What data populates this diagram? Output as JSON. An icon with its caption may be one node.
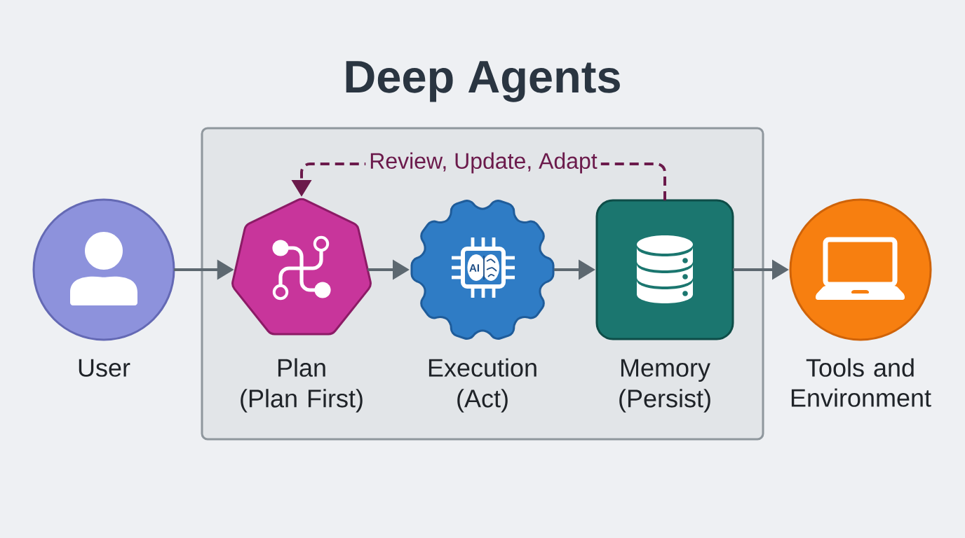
{
  "diagram": {
    "title": "Deep Agents",
    "nodes": [
      {
        "text": [],
        "shape": "circle",
        "beside": [
          "User"
        ]
      },
      {
        "text": [],
        "shape": "box"
      },
      {
        "text": [],
        "shape": "heptagon",
        "in": 1,
        "beside": [
          "Plan",
          "(Plan First)"
        ]
      },
      {
        "text": [],
        "shape": "gear",
        "in": 1,
        "beside": [
          "Execution",
          "(Act)"
        ]
      },
      {
        "text": [],
        "shape": "box",
        "in": 1,
        "beside": [
          "Memory",
          "(Persist)"
        ]
      },
      {
        "text": [],
        "shape": "circle",
        "beside": [
          "Tools and Environment"
        ]
      }
    ],
    "edges": [
      {
        "from": 0,
        "to": 2,
        "arrow": "to"
      },
      {
        "from": 2,
        "to": 3,
        "arrow": "to"
      },
      {
        "from": 3,
        "to": 4,
        "arrow": "to"
      },
      {
        "from": 4,
        "to": 5,
        "arrow": "to"
      },
      {
        "from": 4,
        "to": 2,
        "arrow": "to",
        "label": "Review, Update, Adapt",
        "style": "dashed",
        "color": "#6b1a4b"
      }
    ],
    "labels": [
      "AI"
    ]
  }
}
